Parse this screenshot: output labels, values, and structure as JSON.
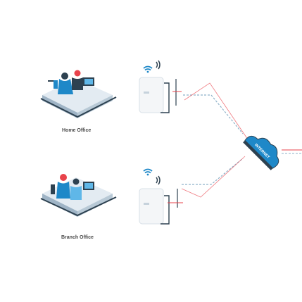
{
  "sites": [
    {
      "name": "Home Office"
    },
    {
      "name": "Branch Office"
    }
  ],
  "cloud": {
    "label": "INTERNET"
  },
  "icons": [
    "desk-workstation-icon",
    "wifi-icon",
    "access-point-icon",
    "wifi-signal-icon",
    "internet-cloud-icon"
  ],
  "colors": {
    "blue": "#1e88c8",
    "light_blue": "#5fb7e8",
    "red_link": "#e8434b",
    "dashed_link": "#8fb2c9",
    "desk": "#9fb4c6",
    "person_dark": "#2d4150",
    "label": "#4a4a4a"
  }
}
